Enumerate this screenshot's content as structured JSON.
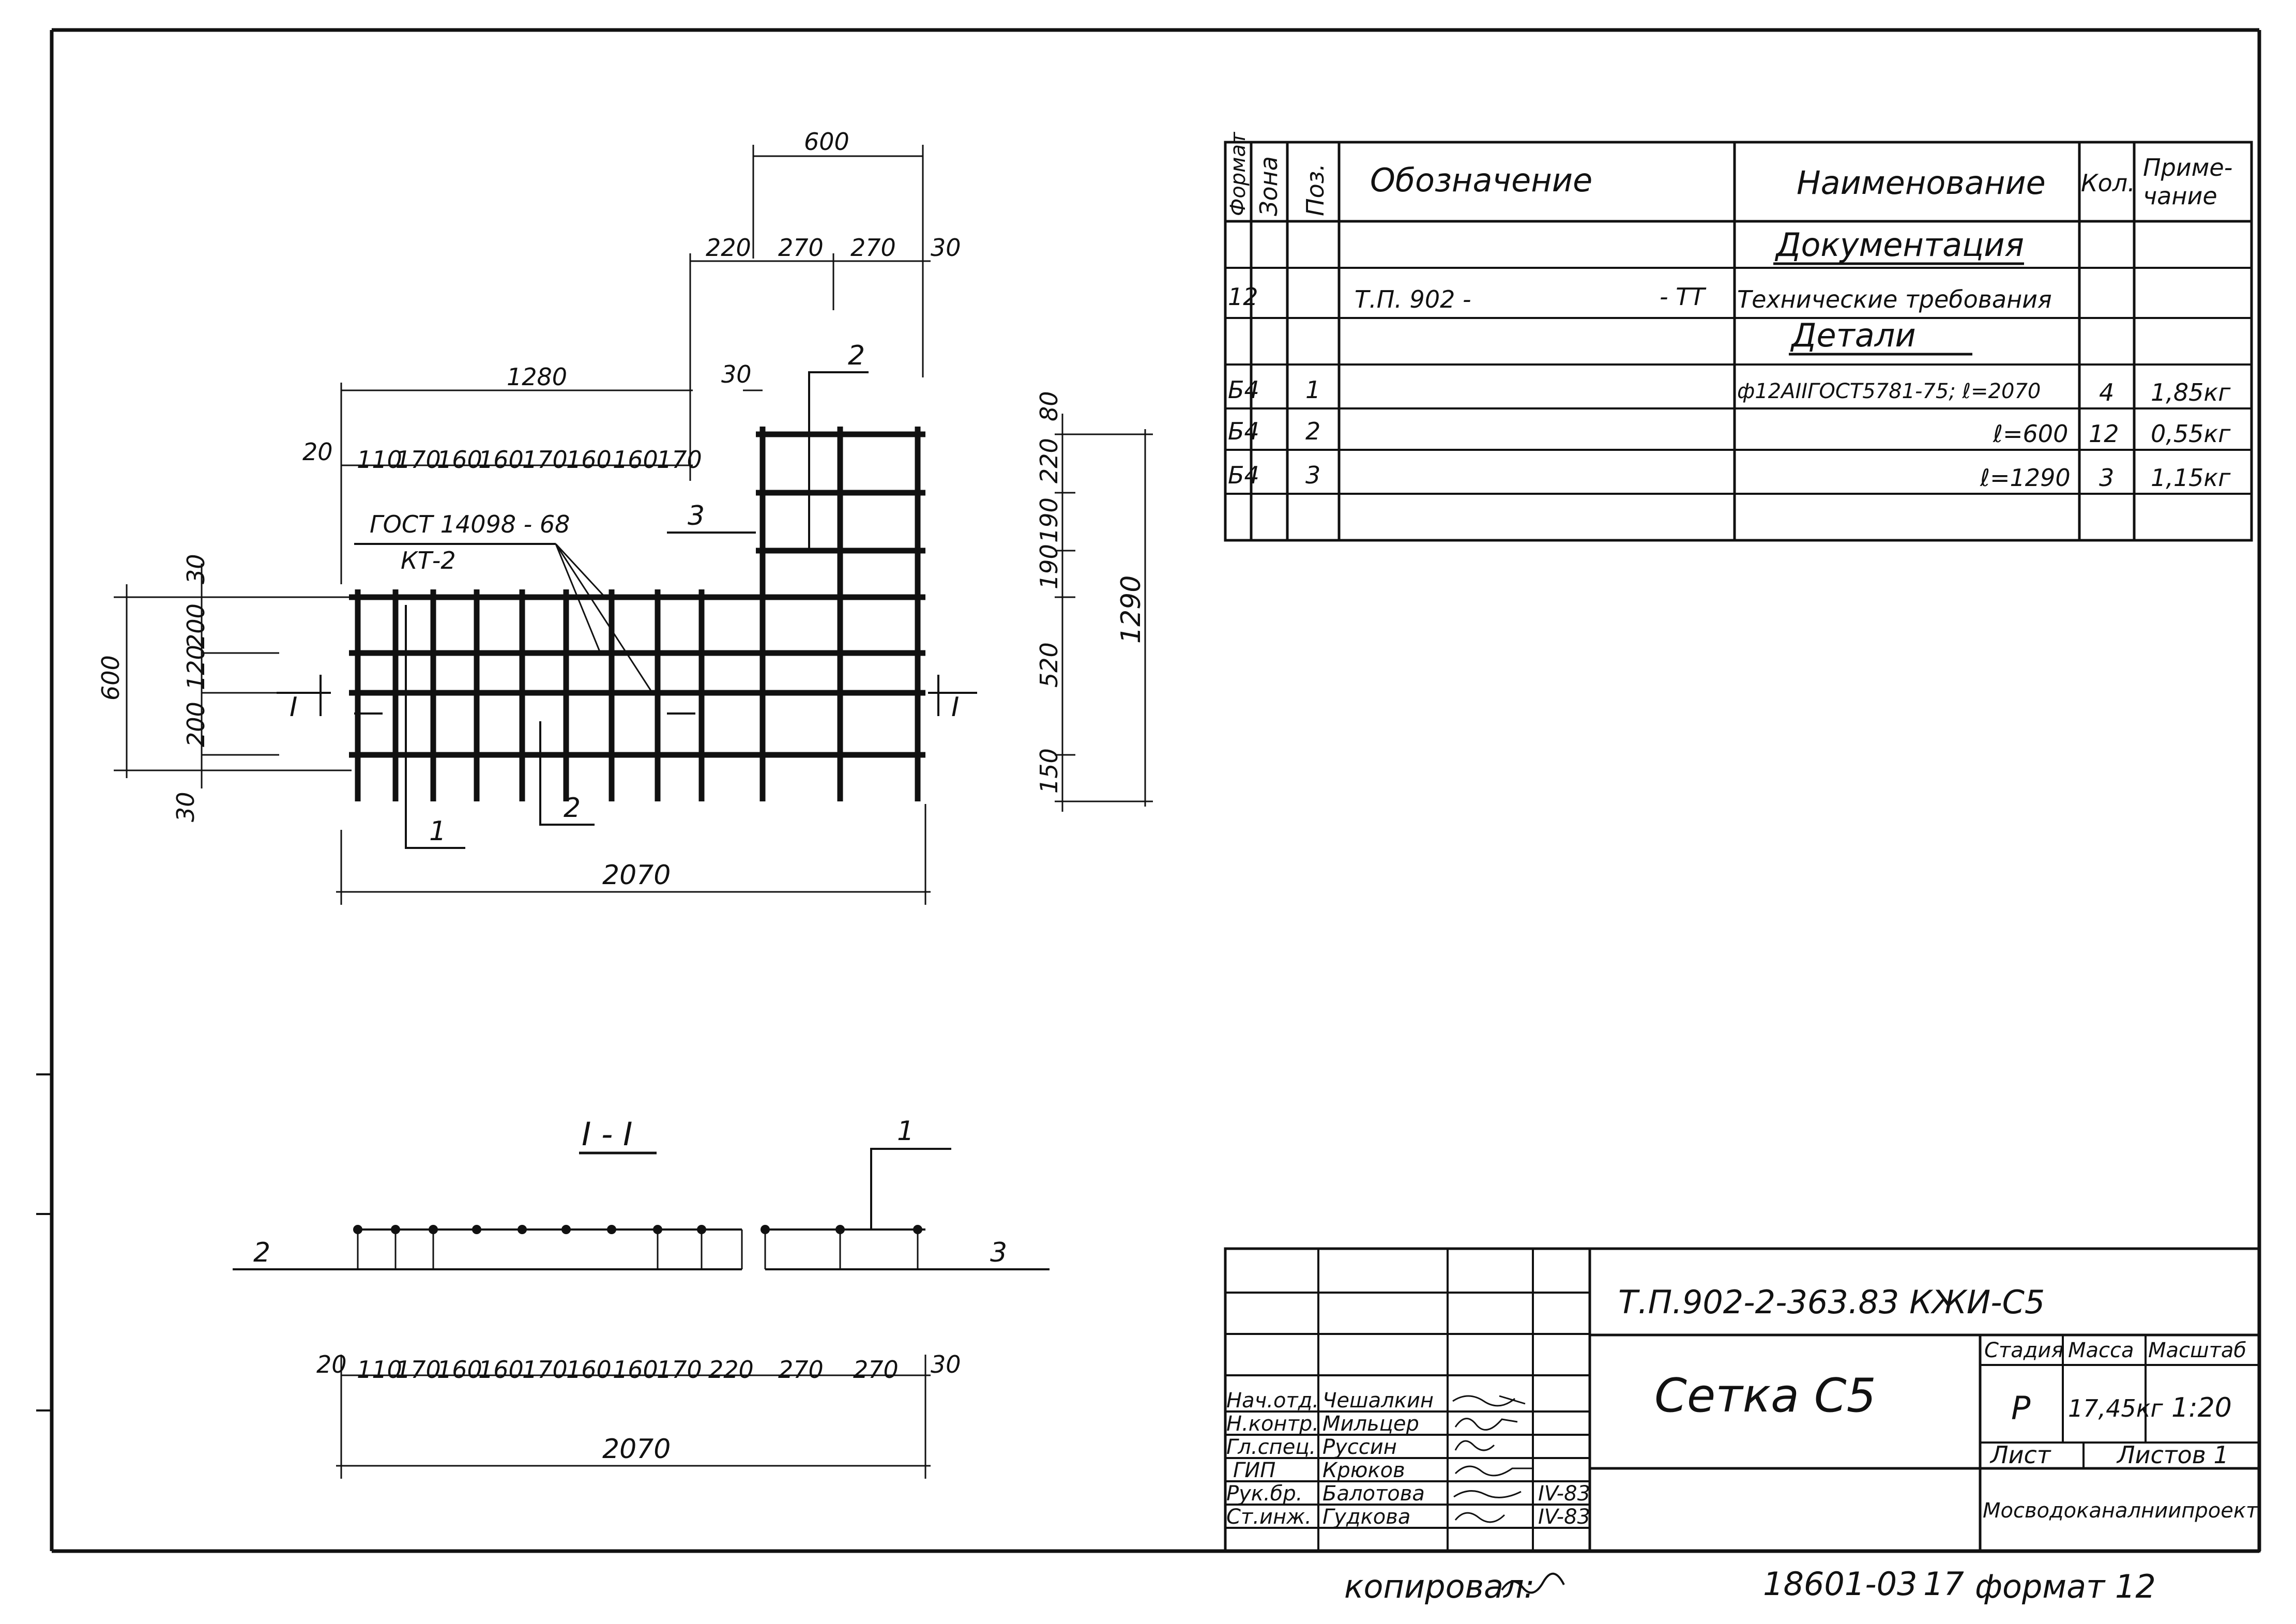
{
  "drawing": {
    "top_dims": {
      "overall_right": "600",
      "segments_right": [
        "220",
        "270",
        "270",
        "30"
      ],
      "left_span": "1280",
      "gap": "30",
      "segments_left": [
        "20",
        "110",
        "170",
        "160",
        "160",
        "170",
        "160",
        "160",
        "170"
      ]
    },
    "left_dims": [
      "600",
      "30",
      "200",
      "120",
      "200",
      "30"
    ],
    "right_dims": [
      "80",
      "220",
      "190",
      "190",
      "520",
      "150",
      "1290"
    ],
    "callouts": {
      "pos2_top": "2",
      "pos3": "3",
      "gost": "ГОСТ 14098 - 68",
      "kt": "КТ-2",
      "pos1": "1",
      "pos2": "2",
      "section_left": "I",
      "section_right": "I"
    },
    "bottom_dim": "2070"
  },
  "section": {
    "title": "I - I",
    "pos1": "1",
    "pos2": "2",
    "pos3": "3",
    "segments": [
      "20",
      "110",
      "170",
      "160",
      "160",
      "170",
      "160",
      "160",
      "170",
      "220",
      "270",
      "270",
      "30"
    ],
    "total": "2070"
  },
  "spec": {
    "headers": {
      "format": "Формат",
      "zone": "Зона",
      "pos": "Поз.",
      "designation": "Обозначение",
      "name": "Наименование",
      "qty": "Кол.",
      "note": "Приме-\nчание"
    },
    "rows": [
      {
        "format": "",
        "zone": "",
        "pos": "",
        "designation": "",
        "name": "Документация",
        "qty": "",
        "note": ""
      },
      {
        "format": "12",
        "zone": "",
        "pos": "",
        "designation": "Т.П. 902 -",
        "designation_suffix": "- ТТ",
        "name": "Технические требования",
        "qty": "",
        "note": ""
      },
      {
        "format": "",
        "zone": "",
        "pos": "",
        "designation": "",
        "name": "Детали",
        "qty": "",
        "note": ""
      },
      {
        "format": "Б4",
        "zone": "",
        "pos": "1",
        "designation": "",
        "name": "ф12АIIГОСТ5781-75; ℓ=2070",
        "qty": "4",
        "note": "1,85кг"
      },
      {
        "format": "Б4",
        "zone": "",
        "pos": "2",
        "designation": "",
        "name": "ℓ=600",
        "qty": "12",
        "note": "0,55кг"
      },
      {
        "format": "Б4",
        "zone": "",
        "pos": "3",
        "designation": "",
        "name": "ℓ=1290",
        "qty": "3",
        "note": "1,15кг"
      }
    ]
  },
  "title_block": {
    "code": "Т.П.902-2-363.83   КЖИ-С5",
    "title": "Сетка С5",
    "stage_label": "Стадия",
    "mass_label": "Масса",
    "scale_label": "Масштаб",
    "stage": "Р",
    "mass": "17,45кг",
    "scale": "1:20",
    "sheet_label": "Лист",
    "sheets_label": "Листов 1",
    "org": "Мосводоканалниипроект",
    "people": [
      {
        "role": "Нач.отд.",
        "name": "Чешалкин",
        "date": ""
      },
      {
        "role": "Н.контр.",
        "name": "Мильцер",
        "date": ""
      },
      {
        "role": "Гл.спец.",
        "name": "Руссин",
        "date": ""
      },
      {
        "role": "ГИП",
        "name": "Крюков",
        "date": ""
      },
      {
        "role": "Рук.бр.",
        "name": "Балотова",
        "date": "IV-83"
      },
      {
        "role": "Ст.инж.",
        "name": "Гудкова",
        "date": "IV-83"
      }
    ]
  },
  "footer": {
    "copied": "копировал:",
    "number": "18601-03",
    "sheet_no": "17",
    "format": "формат 12"
  }
}
